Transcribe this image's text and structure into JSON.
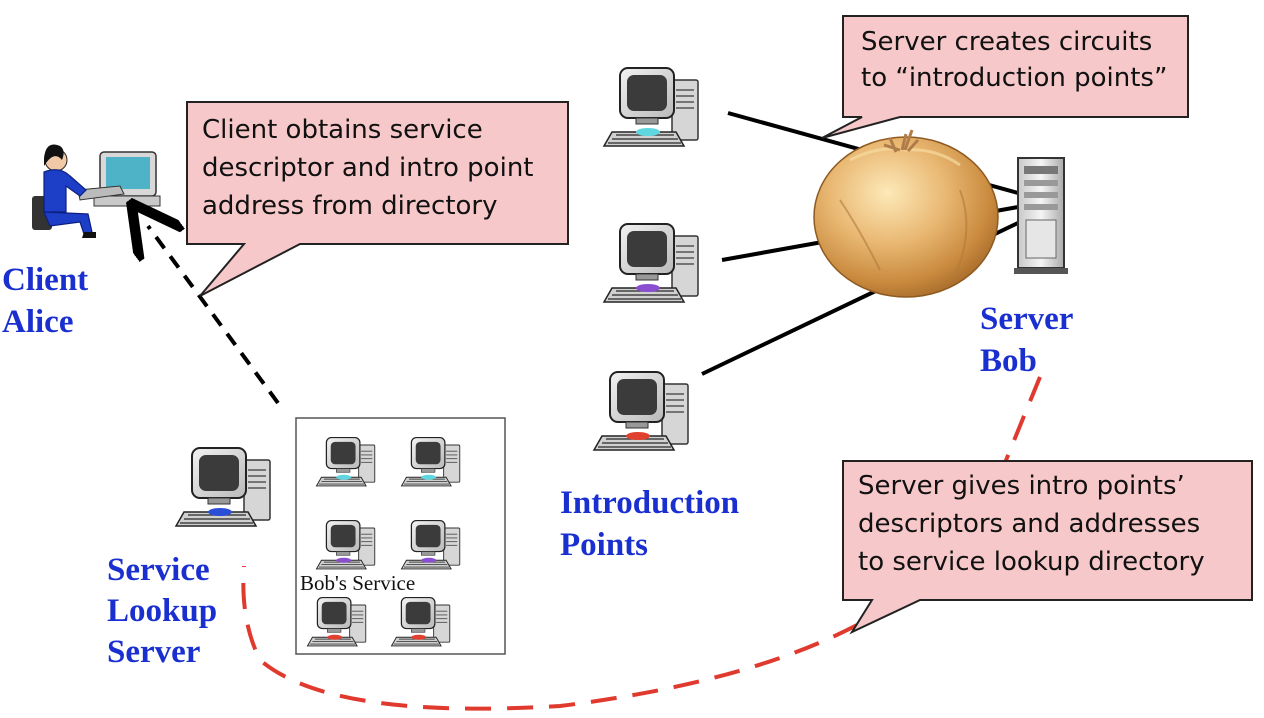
{
  "labels": {
    "client_line1": "Client",
    "client_line2": "Alice",
    "server_line1": "Server",
    "server_line2": "Bob",
    "intro_line1": "Introduction",
    "intro_line2": "Points",
    "lookup_line1": "Service",
    "lookup_line2": "Lookup",
    "lookup_line3": "Server",
    "bobs_service": "Bob's Service"
  },
  "callouts": {
    "server_circuits": [
      "Server creates circuits",
      "to “introduction points”"
    ],
    "client_obtains": [
      "Client obtains service",
      "descriptor and intro point",
      "address from directory"
    ],
    "server_gives": [
      "Server gives intro points’",
      "descriptors and addresses",
      "to service lookup directory"
    ]
  },
  "colors": {
    "label_blue": "#1a2fd0",
    "callout_fill": "#f6c8c9",
    "dashed_red": "#e03a2f",
    "keyboard_cyan": "#5fd6e0",
    "keyboard_purple": "#8a4fd0",
    "keyboard_red": "#e0402f",
    "keyboard_blue": "#2a4fd6"
  }
}
